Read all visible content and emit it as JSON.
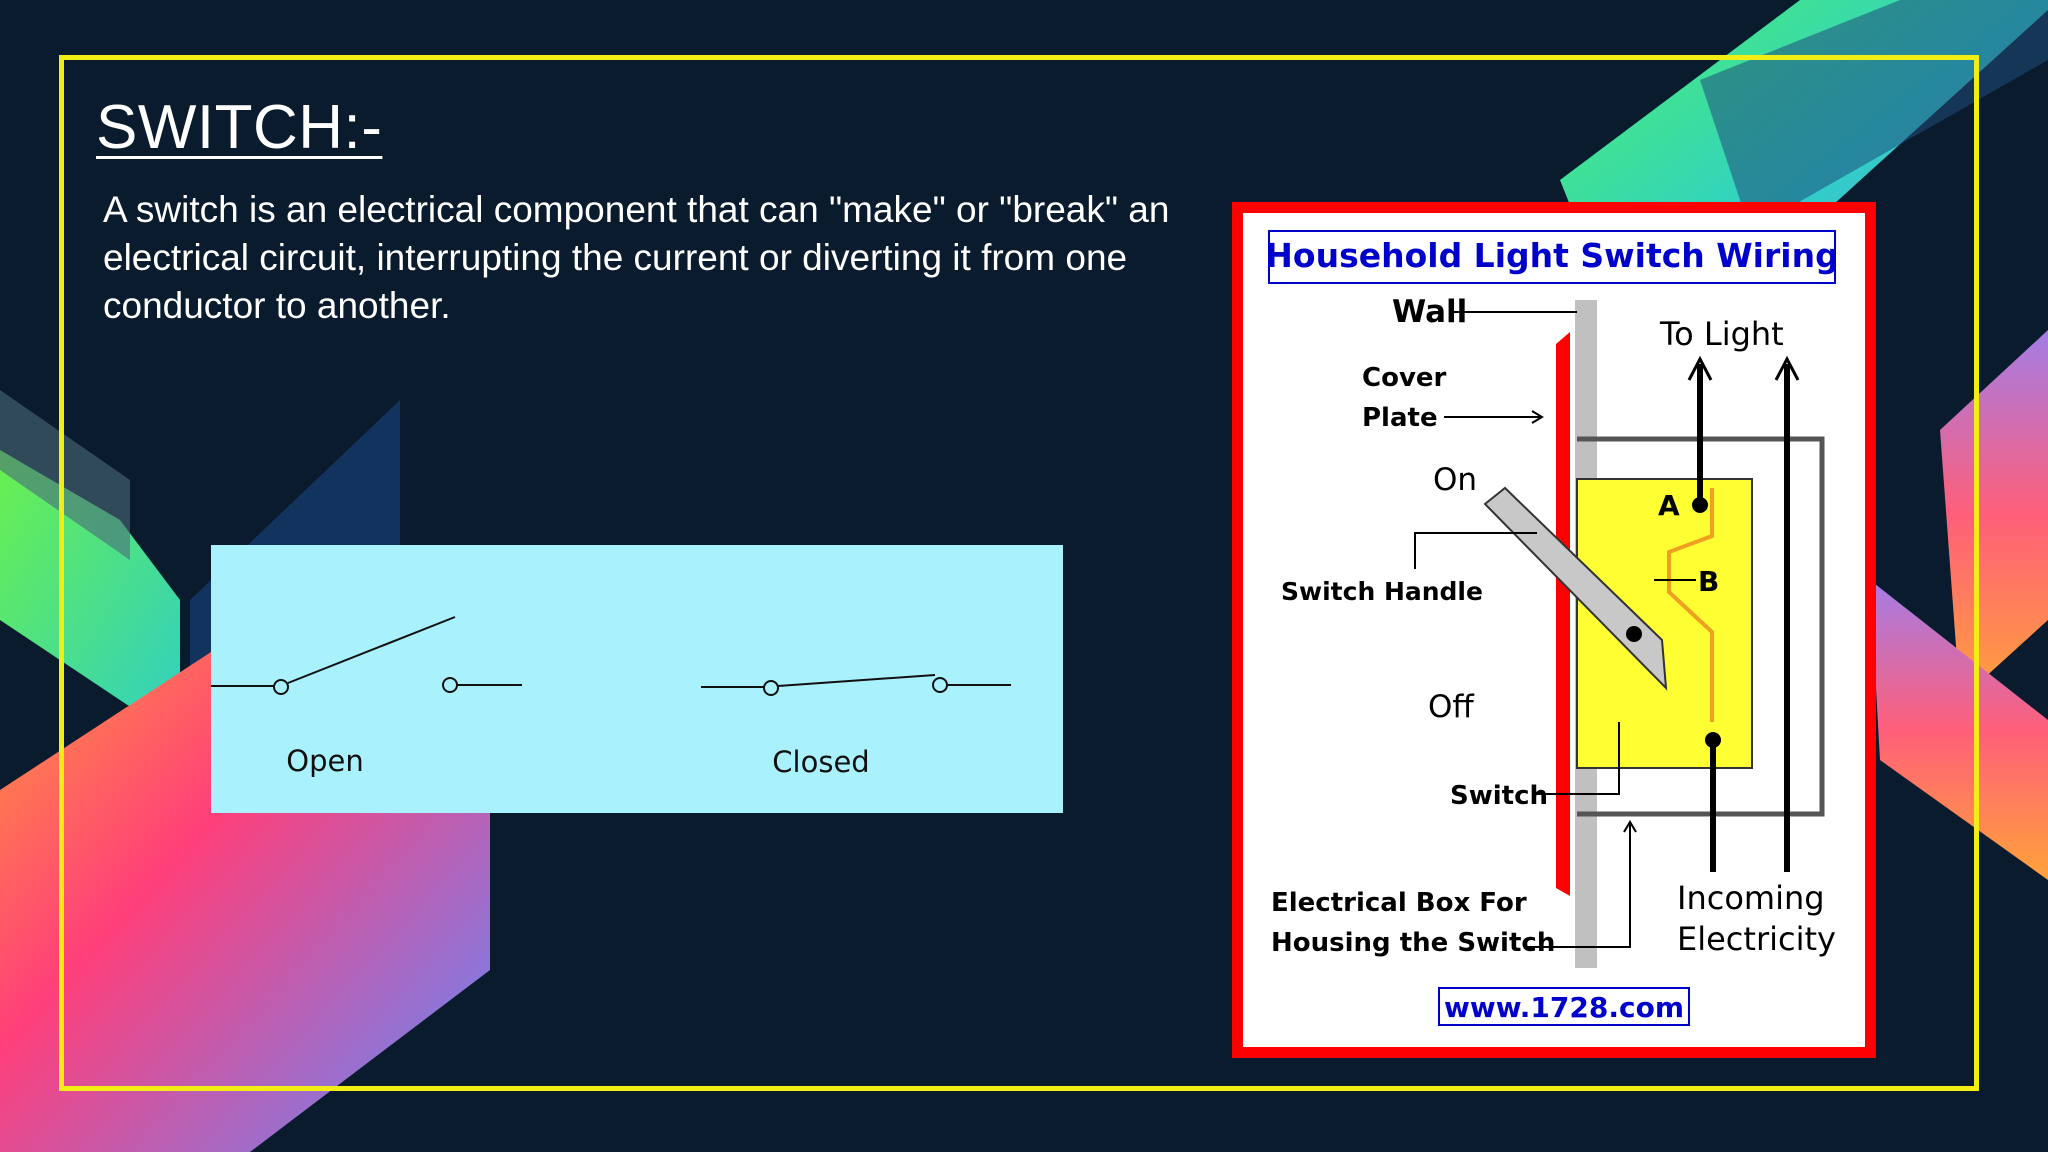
{
  "slide": {
    "title": "SWITCH:-",
    "body": "A switch is an electrical component that can \"make\" or \"break\" an electrical circuit, interrupting the current or diverting it from one conductor to another."
  },
  "switch_states": {
    "open_label": "Open",
    "closed_label": "Closed"
  },
  "wiring_diagram": {
    "title": "Household Light Switch Wiring",
    "labels": {
      "wall": "Wall",
      "cover": "Cover",
      "plate": "Plate",
      "on": "On",
      "switch_handle": "Switch Handle",
      "off": "Off",
      "switch": "Switch",
      "box_line1": "Electrical Box For",
      "box_line2": "Housing the Switch",
      "to_light": "To Light",
      "incoming": "Incoming",
      "electricity": "Electricity",
      "a": "A",
      "b": "B"
    },
    "footer": "www.1728.com"
  },
  "colors": {
    "frame": "#f2ee13",
    "background": "#0b1b2e",
    "panel_cyan": "#a9f1fc",
    "diagram_border": "#ff0000",
    "switch_body": "#ffff33",
    "title_blue": "#0000cc"
  }
}
